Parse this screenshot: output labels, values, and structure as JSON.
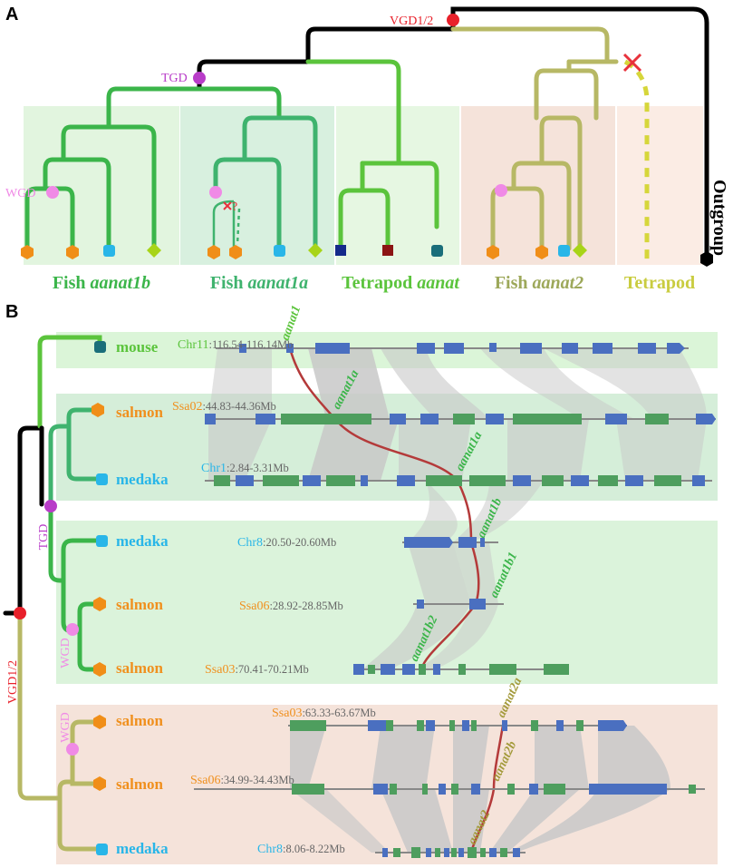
{
  "panel_a": {
    "letter": "A",
    "events": {
      "vgd": "VGD1/2",
      "tgd": "TGD",
      "wgd": "WGD"
    },
    "outgroup": "Outgroup",
    "groups": [
      {
        "prefix": "Fish ",
        "gene": "aanat1b",
        "color": "#3bb54a"
      },
      {
        "prefix": "Fish ",
        "gene": "aanat1a",
        "color": "#3fb36e"
      },
      {
        "prefix": "Tetrapod ",
        "gene": "aanat",
        "color": "#5bc43c"
      },
      {
        "prefix": "Fish ",
        "gene": "aanat2",
        "color": "#9da85a"
      },
      {
        "prefix": "Tetrapod",
        "gene": "",
        "color": "#c9cc3f"
      }
    ],
    "lost_question": "?"
  },
  "panel_b": {
    "letter": "B",
    "events": {
      "vgd": "VGD1/2",
      "tgd": "TGD",
      "wgd": "WGD"
    },
    "rows": [
      {
        "species": "mouse",
        "species_color": "#5bc43c",
        "chr": "Chr11",
        "range": ":116.54-116.14Mb",
        "chr_color": "#5bc43c",
        "gene": "aanat1",
        "gene_color": "#5bc43c"
      },
      {
        "species": "salmon",
        "species_color": "#f0901e",
        "chr": "Ssa02",
        "range": ":44.83-44.36Mb",
        "chr_color": "#f0901e",
        "gene": "aanat1a",
        "gene_color": "#3bb54a"
      },
      {
        "species": "medaka",
        "species_color": "#29b6e8",
        "chr": "Chr1",
        "range": ":2.84-3.31Mb",
        "chr_color": "#29b6e8",
        "gene": "aanat1a",
        "gene_color": "#3bb54a"
      },
      {
        "species": "medaka",
        "species_color": "#29b6e8",
        "chr": "Chr8",
        "range": ":20.50-20.60Mb",
        "chr_color": "#29b6e8",
        "gene": "aanat1b",
        "gene_color": "#3bb54a"
      },
      {
        "species": "salmon",
        "species_color": "#f0901e",
        "chr": "Ssa06",
        "range": ":28.92-28.85Mb",
        "chr_color": "#f0901e",
        "gene": "aanat1b1",
        "gene_color": "#3bb54a"
      },
      {
        "species": "salmon",
        "species_color": "#f0901e",
        "chr": "Ssa03",
        "range": ":70.41-70.21Mb",
        "chr_color": "#f0901e",
        "gene": "aanat1b2",
        "gene_color": "#3bb54a"
      },
      {
        "species": "salmon",
        "species_color": "#f0901e",
        "chr": "Ssa03",
        "range": ":63.33-63.67Mb",
        "chr_color": "#f0901e",
        "gene": "aanat2a",
        "gene_color": "#a39a3a"
      },
      {
        "species": "salmon",
        "species_color": "#f0901e",
        "chr": "Ssa06",
        "range": ":34.99-34.43Mb",
        "chr_color": "#f0901e",
        "gene": "aanat2b",
        "gene_color": "#a39a3a"
      },
      {
        "species": "medaka",
        "species_color": "#29b6e8",
        "chr": "Chr8",
        "range": ":8.06-8.22Mb",
        "chr_color": "#29b6e8",
        "gene": "aanat2",
        "gene_color": "#a39a3a"
      }
    ]
  }
}
